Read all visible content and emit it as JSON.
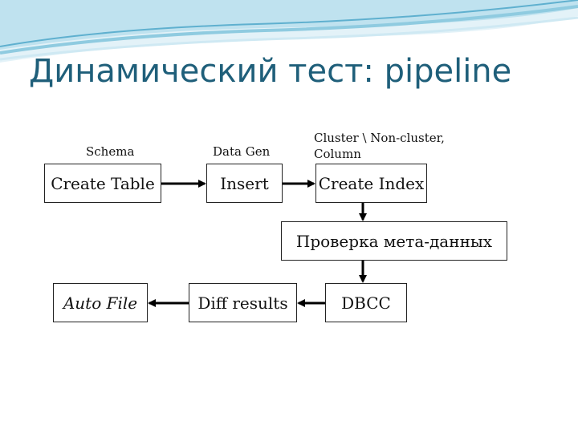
{
  "slide": {
    "title": "Динамический тест: pipeline"
  },
  "diagram": {
    "captions": {
      "schema": "Schema",
      "data_gen": "Data Gen",
      "cluster": "Cluster \\ Non-cluster, Column"
    },
    "nodes": {
      "create_table": "Create Table",
      "insert": "Insert",
      "create_index": "Create Index",
      "check_metadata": "Проверка мета-данных",
      "dbcc": "DBCC",
      "diff_results": "Diff results",
      "auto_file": "Auto File"
    },
    "colors": {
      "title": "#1f5f7a",
      "wave_light": "#cfe9f3",
      "wave_mid": "#8fcbe0",
      "wave_dark": "#5fb0cf"
    }
  }
}
